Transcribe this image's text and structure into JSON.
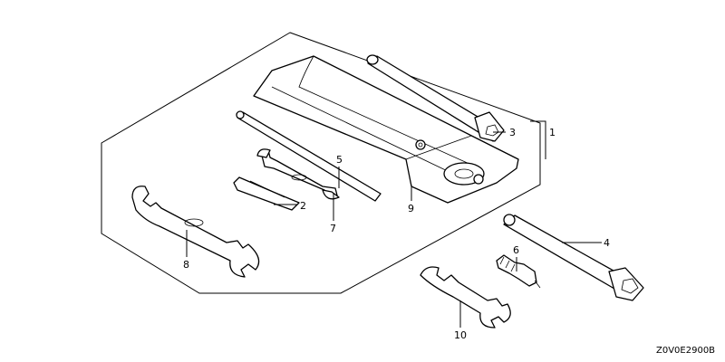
{
  "diagram": {
    "drawing_code": "Z0V0E2900B",
    "callouts": [
      {
        "id": "c1",
        "label": "1"
      },
      {
        "id": "c2",
        "label": "2"
      },
      {
        "id": "c3",
        "label": "3"
      },
      {
        "id": "c4",
        "label": "4"
      },
      {
        "id": "c5",
        "label": "5"
      },
      {
        "id": "c6",
        "label": "6"
      },
      {
        "id": "c7",
        "label": "7"
      },
      {
        "id": "c8",
        "label": "8"
      },
      {
        "id": "c9",
        "label": "9"
      },
      {
        "id": "c10",
        "label": "10"
      }
    ]
  }
}
